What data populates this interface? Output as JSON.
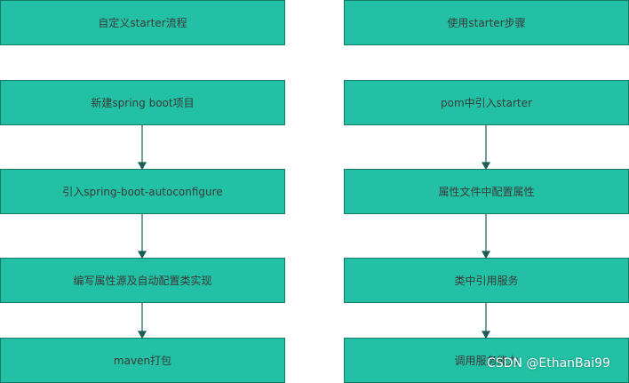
{
  "left_flow": {
    "header": "自定义starter流程",
    "steps": [
      "新建spring boot项目",
      "引入spring-boot-autoconfigure",
      "编写属性源及自动配置类实现",
      "maven打包"
    ]
  },
  "right_flow": {
    "header": "使用starter步骤",
    "steps": [
      "pom中引入starter",
      "属性文件中配置属性",
      "类中引用服务",
      "调用服务能力"
    ]
  },
  "watermark": "CSDN @EthanBai99",
  "colors": {
    "box_fill": "#22c0a4",
    "box_border": "#137a68",
    "arrow": "#1a5f55"
  }
}
